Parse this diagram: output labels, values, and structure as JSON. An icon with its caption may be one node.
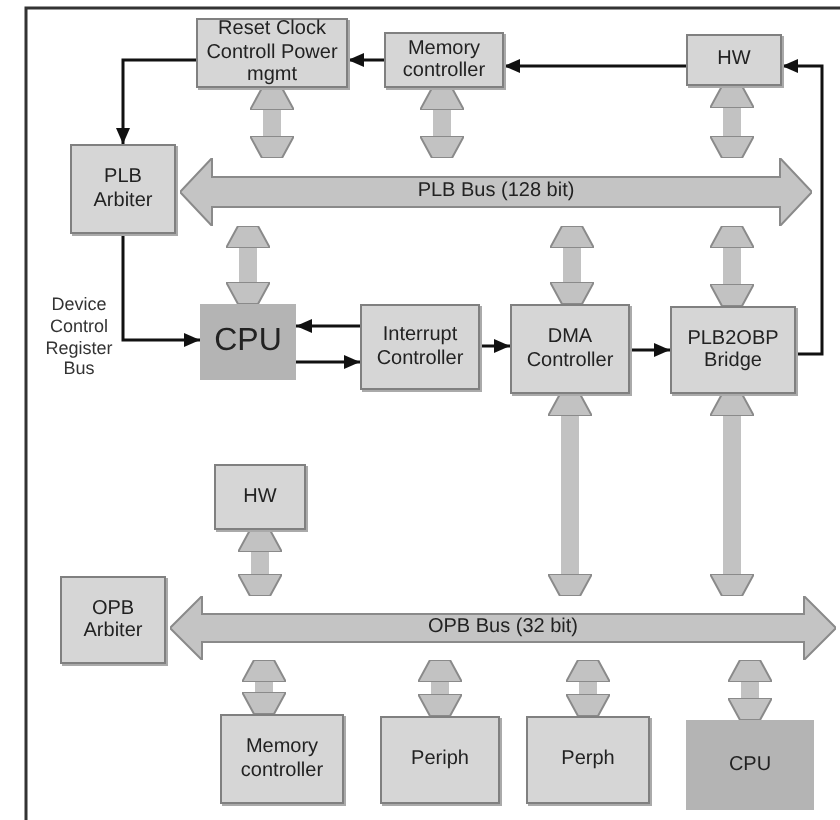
{
  "diagram": {
    "nodes": [
      {
        "text": [
          "Reset Clock Controll Power mgmt"
        ]
      },
      {
        "text": [
          "Memory controller"
        ]
      },
      {
        "text": [
          "HW"
        ]
      },
      {
        "text": [
          "PLB Arbiter"
        ]
      },
      {
        "text": [
          "PLB Bus (128 bit)"
        ]
      },
      {
        "text": [
          "CPU"
        ]
      },
      {
        "text": [
          "Interrupt Controller"
        ]
      },
      {
        "text": [
          "DMA Controller"
        ]
      },
      {
        "text": [
          "PLB2OBP Bridge"
        ]
      },
      {
        "text": [
          "HW"
        ]
      },
      {
        "text": [
          "OPB Arbiter"
        ]
      },
      {
        "text": [
          "OPB Bus (32 bit)"
        ]
      },
      {
        "text": [
          "Memory controller"
        ]
      },
      {
        "text": [
          "Periph"
        ]
      },
      {
        "text": [
          "Perph"
        ]
      },
      {
        "text": [
          "CPU"
        ]
      }
    ],
    "edges": [
      {
        "from": 1,
        "to": 0,
        "arrow": "to",
        "color": "#111111"
      },
      {
        "from": 2,
        "to": 1,
        "arrow": "to",
        "color": "#111111"
      },
      {
        "from": 8,
        "to": 2,
        "arrow": "to",
        "color": "#111111"
      },
      {
        "from": 0,
        "to": 3,
        "arrow": "to",
        "color": "#111111"
      },
      {
        "from": 3,
        "to": 5,
        "arrow": "to",
        "label": "Device Control Register Bus",
        "color": "#111111"
      },
      {
        "from": 6,
        "to": 5,
        "arrow": "to",
        "color": "#111111"
      },
      {
        "from": 5,
        "to": 6,
        "arrow": "to",
        "color": "#111111"
      },
      {
        "from": 6,
        "to": 7,
        "arrow": "to",
        "color": "#111111"
      },
      {
        "from": 7,
        "to": 8,
        "arrow": "to",
        "color": "#111111"
      },
      {
        "from": 0,
        "to": 4,
        "arrow": "both"
      },
      {
        "from": 1,
        "to": 4,
        "arrow": "both"
      },
      {
        "from": 2,
        "to": 4,
        "arrow": "both"
      },
      {
        "from": 4,
        "to": 5,
        "arrow": "both"
      },
      {
        "from": 4,
        "to": 7,
        "arrow": "both"
      },
      {
        "from": 4,
        "to": 8,
        "arrow": "both"
      },
      {
        "from": 7,
        "to": 11,
        "arrow": "both"
      },
      {
        "from": 8,
        "to": 11,
        "arrow": "both"
      },
      {
        "from": 9,
        "to": 11,
        "arrow": "both"
      },
      {
        "from": 11,
        "to": 12,
        "arrow": "both"
      },
      {
        "from": 11,
        "to": 13,
        "arrow": "both"
      },
      {
        "from": 11,
        "to": 14,
        "arrow": "both"
      },
      {
        "from": 11,
        "to": 15,
        "arrow": "both"
      }
    ]
  }
}
